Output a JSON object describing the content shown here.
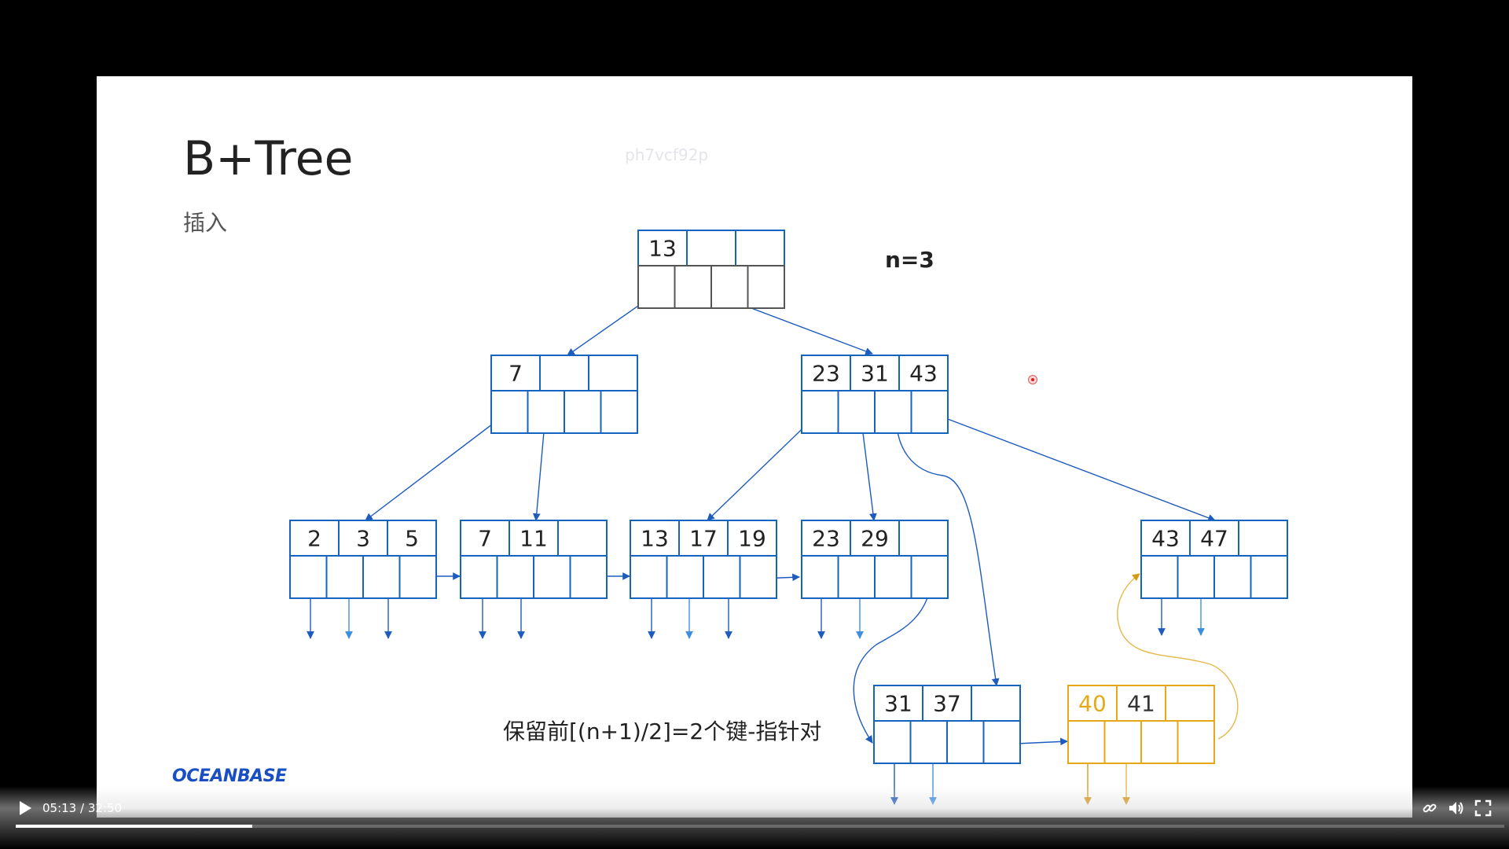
{
  "slide": {
    "title": "B+Tree",
    "subtitle": "插入",
    "watermark": "ph7vcf92p",
    "param_label": "n=3",
    "annotation": "保留前[(n+1)/2]=2个键-指针对",
    "brand": "OCEANBASE"
  },
  "tree": {
    "root": [
      "13",
      "",
      ""
    ],
    "level1": [
      {
        "keys": [
          "7",
          "",
          ""
        ]
      },
      {
        "keys": [
          "23",
          "31",
          "43"
        ]
      }
    ],
    "leaves": [
      {
        "keys": [
          "2",
          "3",
          "5"
        ]
      },
      {
        "keys": [
          "7",
          "11",
          ""
        ]
      },
      {
        "keys": [
          "13",
          "17",
          "19"
        ]
      },
      {
        "keys": [
          "23",
          "29",
          ""
        ]
      },
      {
        "keys": [
          "43",
          "47",
          ""
        ]
      },
      {
        "keys": [
          "31",
          "37",
          ""
        ]
      },
      {
        "keys": [
          "40",
          "41",
          ""
        ],
        "highlight": true
      }
    ]
  },
  "colors": {
    "node_border": "#1565c0",
    "root_border": "#555555",
    "arrow": "#1e5bbf",
    "highlight": "#e6a817"
  },
  "player": {
    "current_time": "05:13",
    "separator": "/",
    "duration": "32:50",
    "progress_fraction": 0.159,
    "icons": [
      "play-icon",
      "link-icon",
      "volume-icon",
      "fullscreen-icon"
    ]
  }
}
